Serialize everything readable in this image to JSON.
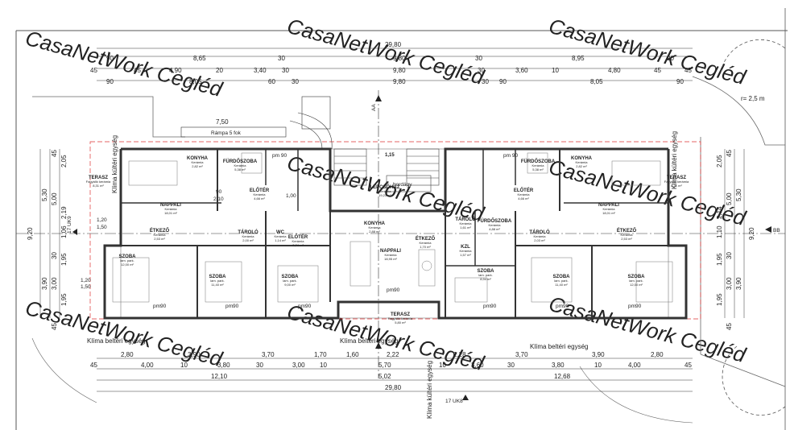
{
  "watermark": "CasaNetWork Cegléd",
  "dimensions": {
    "total": "29,80",
    "top_row1": [
      "90",
      "8,65",
      "30",
      "9,80",
      "30",
      "8,95",
      "90"
    ],
    "top_row2": [
      "45",
      "45",
      "4,90",
      "20",
      "3,40",
      "30",
      "9,80",
      "30",
      "3,60",
      "10",
      "4,80",
      "45",
      "45"
    ],
    "top_row3": [
      "90",
      "8,05",
      "60",
      "30",
      "9,80",
      "30",
      "90",
      "8,05",
      "90"
    ],
    "ramp_len": "7,50",
    "ramp_label": "Rámpa 5 fok",
    "stair_width": "1,15",
    "bottom_row1": [
      "2,80",
      "3,90",
      "3,70",
      "1,70",
      "1,60",
      "2,22",
      "2,28",
      "3,70",
      "3,90",
      "2,80"
    ],
    "bottom_row2": [
      "45",
      "4,00",
      "10",
      "3,80",
      "30",
      "3,00",
      "10",
      "5,70",
      "10",
      "3,60",
      "30",
      "3,80",
      "10",
      "4,00",
      "45"
    ],
    "bottom_row3": [
      "12,10",
      "5,02",
      "12,68"
    ],
    "left_col": [
      "45",
      "2,05",
      "5,30",
      "5,00",
      "2,19",
      "1,06",
      "1,95",
      "30",
      "3,90",
      "3,00",
      "1,95",
      "45",
      "9,20"
    ],
    "right_col": [
      "45",
      "2,05",
      "5,30",
      "5,00",
      "2,14",
      "1,10",
      "9,20",
      "1,95",
      "30",
      "3,90",
      "3,00",
      "1,95",
      "45"
    ],
    "small_marks": [
      "1,20",
      "1,50",
      "2,10",
      "1,00",
      "90"
    ]
  },
  "rooms": [
    {
      "name": "KONYHA",
      "material": "Kerámia",
      "area": "2,82 m²"
    },
    {
      "name": "FÜRDŐSZOBA",
      "material": "Kerámia",
      "area": "5,38 m²"
    },
    {
      "name": "TERASZ",
      "material": "Fagyálló kerámia",
      "area": "8,31 m²"
    },
    {
      "name": "ELŐTÉR",
      "material": "Kerámia",
      "area": "4,66 m²"
    },
    {
      "name": "NAPPALI",
      "material": "Kerámia",
      "area": "18,01 m²"
    },
    {
      "name": "ÉTKEZŐ",
      "material": "Kerámia",
      "area": "2,53 m²"
    },
    {
      "name": "TÁROLÓ",
      "material": "Kerámia",
      "area": "2,00 m²"
    },
    {
      "name": "WC",
      "material": "Kerámia",
      "area": "1,14 m²"
    },
    {
      "name": "SZOBA",
      "material": "lam. park.",
      "area": "12,00 m²"
    },
    {
      "name": "SZOBA",
      "material": "lam. park.",
      "area": "11,40 m²"
    },
    {
      "name": "SZOBA",
      "material": "lam. park.",
      "area": "9,00 m²"
    },
    {
      "name": "LÉPCSŐHÁZ",
      "material": "Kerámia",
      "area": "19,23 m²"
    },
    {
      "name": "KONYHA",
      "material": "Kerámia",
      "area": "2,88 m²"
    },
    {
      "name": "ÉTKEZŐ",
      "material": "Kerámia",
      "area": "1,70 m²"
    },
    {
      "name": "ELŐTÉR",
      "material": "Kerámia",
      "area": "2,74 m²"
    },
    {
      "name": "NAPPALI",
      "material": "Kerámia",
      "area": "18,95 m²"
    },
    {
      "name": "TERASZ",
      "material": "Fagyálló kerámia",
      "area": "5,80 m²"
    },
    {
      "name": "TÁROLÓ",
      "material": "Kerámia",
      "area": "1,61 m²"
    },
    {
      "name": "FÜRDŐSZOBA",
      "material": "Kerámia",
      "area": "4,88 m²"
    },
    {
      "name": "KZL",
      "material": "Kerámia",
      "area": "1,57 m²"
    },
    {
      "name": "SZOBA",
      "material": "lam. park.",
      "area": "8,94 m²"
    },
    {
      "name": "FÜRDŐSZOBA",
      "material": "Kerámia",
      "area": "5,38 m²"
    },
    {
      "name": "KONYHA",
      "material": "Kerámia",
      "area": "2,82 m²"
    },
    {
      "name": "TERASZ",
      "material": "Fagyálló kerámia",
      "area": "8,31 m²"
    },
    {
      "name": "ELŐTÉR",
      "material": "Kerámia",
      "area": "4,66 m²"
    },
    {
      "name": "NAPPALI",
      "material": "Kerámia",
      "area": "18,01 m²"
    },
    {
      "name": "ÉTKEZŐ",
      "material": "Kerámia",
      "area": "2,53 m²"
    },
    {
      "name": "TÁROLÓ",
      "material": "Kerámia",
      "area": "2,03 m²"
    },
    {
      "name": "SZOBA",
      "material": "lam. park.",
      "area": "11,40 m²"
    },
    {
      "name": "SZOBA",
      "material": "lam. park.",
      "area": "12,00 m²"
    }
  ],
  "labels": {
    "klima_indoor": "Klíma beltéri egység",
    "klima_outdoor": "Klíma kültéri egység",
    "radius": "r= 2,5 m",
    "section_aa": "AA",
    "section_bb": "BB",
    "uk8": "17 UK8",
    "uk9": "17 UK9",
    "hordagy": "hordágy",
    "pm90": "pm 90",
    "pm90b": "pm90"
  }
}
